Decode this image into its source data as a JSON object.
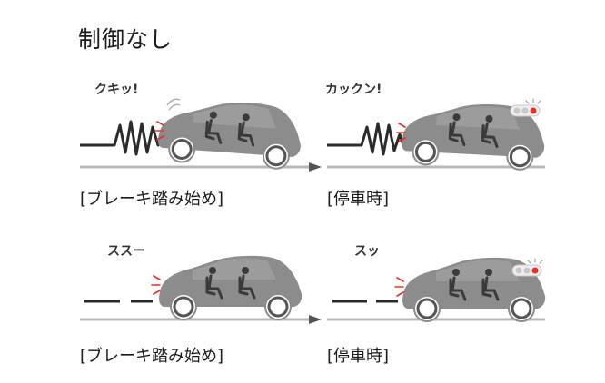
{
  "title": "制御なし",
  "rows": [
    {
      "start": {
        "sound": "クキッ!",
        "caption": "[ブレーキ踏み始め]"
      },
      "stop": {
        "sound": "カックン!",
        "caption": "[停車時]"
      }
    },
    {
      "start": {
        "sound": "ススー",
        "caption": "[ブレーキ踏み始め]"
      },
      "stop": {
        "sound": "スッ",
        "caption": "[停車時]"
      }
    }
  ],
  "colors": {
    "car_body": "#8c8c8c",
    "car_window": "#9f9f9f",
    "road": "#b8b8b8",
    "line_dark": "#333333",
    "brake_light": "#e8302a",
    "signal_lamp": "#c8c8c8"
  }
}
